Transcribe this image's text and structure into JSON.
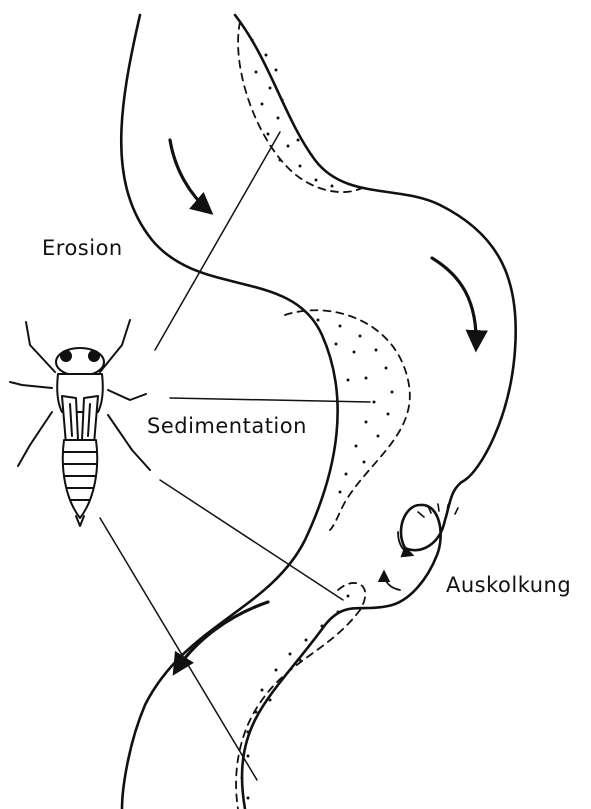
{
  "labels": {
    "erosion": "Erosion",
    "sedimentation": "Sedimentation",
    "auskolkung": "Auskolkung"
  },
  "colors": {
    "ink": "#111111",
    "paper": "#ffffff"
  },
  "icons": {
    "insect": "dragonfly-larva-icon"
  }
}
